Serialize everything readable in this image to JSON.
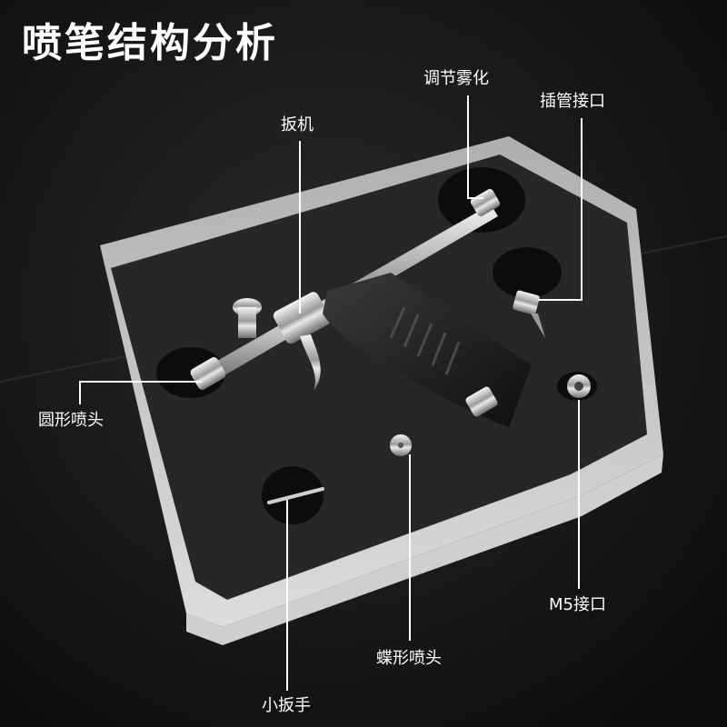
{
  "title": "喷笔结构分析",
  "labels": {
    "trigger": "扳机",
    "atomize_adjust": "调节雾化",
    "hose_connector": "插管接口",
    "round_nozzle": "圆形喷头",
    "butterfly_nozzle": "蝶形喷头",
    "m5_connector": "M5接口",
    "small_wrench": "小扳手"
  },
  "colors": {
    "background": "#121212",
    "foam": "#262626",
    "case": "#d9d9d9",
    "leader_line": "#ffffff"
  }
}
